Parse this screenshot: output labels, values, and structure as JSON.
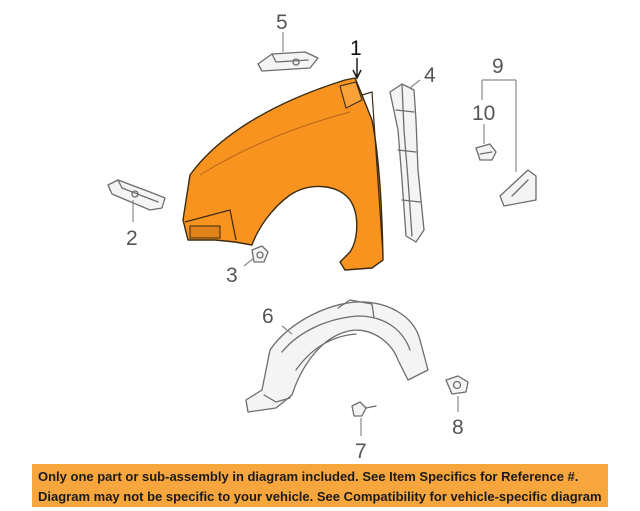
{
  "diagram": {
    "part_color": "#f7931e",
    "callouts": {
      "c1": "1",
      "c2": "2",
      "c3": "3",
      "c4": "4",
      "c5": "5",
      "c6": "6",
      "c7": "7",
      "c8": "8",
      "c9": "9",
      "c10": "10"
    }
  },
  "disclaimer": {
    "line1": "Only one part or sub-assembly in diagram included. See Item Specifics for Reference #.",
    "line2": "Diagram may not be specific to your vehicle. See Compatibility for vehicle-specific diagrams.",
    "background": "#f7a63d"
  }
}
